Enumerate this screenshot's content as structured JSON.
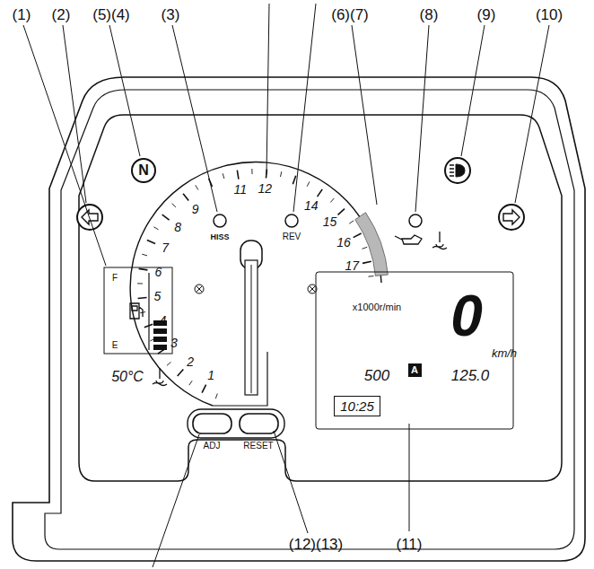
{
  "diagram": {
    "nodes": [
      {
        "text": [
          "N"
        ]
      },
      {
        "text": [
          "A"
        ]
      },
      {
        "text": [
          "10:25"
        ]
      }
    ],
    "labels": [
      "(1)",
      "(2)",
      "(5)(4)",
      "(3)",
      "(6)(7)",
      "(8)",
      "(9)",
      "(10)",
      "(12)(13)",
      "(11)",
      "1",
      "2",
      "3",
      "4",
      "5",
      "6",
      "7",
      "8",
      "9",
      "11",
      "12",
      "14",
      "15",
      "16",
      "17",
      "HISS",
      "REV",
      "x1000r/min",
      "F",
      "E",
      "50°C",
      "km/h",
      "0",
      "500",
      "125.0",
      "ADJ",
      "RESET"
    ]
  }
}
